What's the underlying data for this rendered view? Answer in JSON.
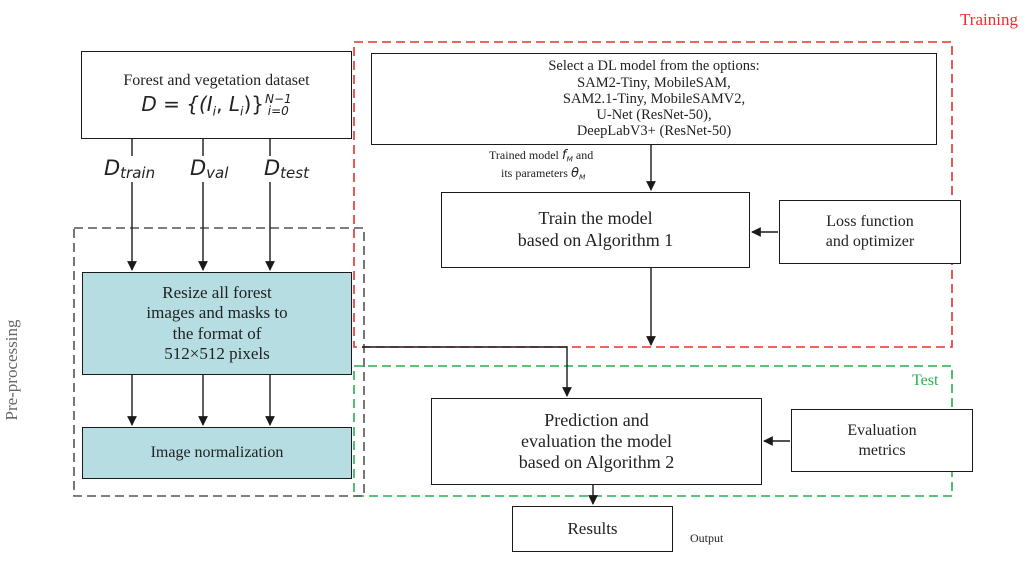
{
  "regions": {
    "training": {
      "label": "Training",
      "color": "#e8302a"
    },
    "test": {
      "label": "Test",
      "color": "#22b24a"
    },
    "preprocessing": {
      "label": "Pre-processing",
      "color": "#555555"
    }
  },
  "dataset": {
    "title": "Forest and vegetation dataset",
    "formula": {
      "lhs": "D = {(",
      "i1": "I",
      "i1_sub": "i",
      "comma": ", ",
      "i2": "L",
      "i2_sub": "i",
      "rhs": ")}",
      "sup": "N−1",
      "sub": "i=0"
    }
  },
  "splits": [
    {
      "letter": "D",
      "sub": "train"
    },
    {
      "letter": "D",
      "sub": "val"
    },
    {
      "letter": "D",
      "sub": "test"
    }
  ],
  "resize_box": {
    "lines": [
      "Resize all forest",
      "images and masks to",
      "the format of",
      "512×512 pixels"
    ]
  },
  "normalize_box": {
    "label": "Image normalization"
  },
  "model_select": {
    "lines": [
      "Select a DL model from the options:",
      "SAM2-Tiny, MobileSAM,",
      "SAM2.1-Tiny, MobileSAMV2,",
      "U-Net (ResNet-50),",
      "DeepLabV3+ (ResNet-50)"
    ]
  },
  "trained_model_note": {
    "line1_text": "Trained model ",
    "line1_sym": "f",
    "line1_sub": "M",
    "line1_suffix": " and",
    "line2_text": "its parameters ",
    "line2_sym": "θ",
    "line2_sub": "M"
  },
  "train_box": {
    "lines": [
      "Train the model",
      "based on Algorithm 1"
    ]
  },
  "loss_box": {
    "lines": [
      "Loss function",
      "and optimizer"
    ]
  },
  "predict_box": {
    "lines": [
      "Prediction and",
      "evaluation the model",
      "based on Algorithm 2"
    ]
  },
  "metrics_box": {
    "lines": [
      "Evaluation",
      "metrics"
    ]
  },
  "results_box": {
    "label": "Results"
  },
  "output_label": "Output"
}
